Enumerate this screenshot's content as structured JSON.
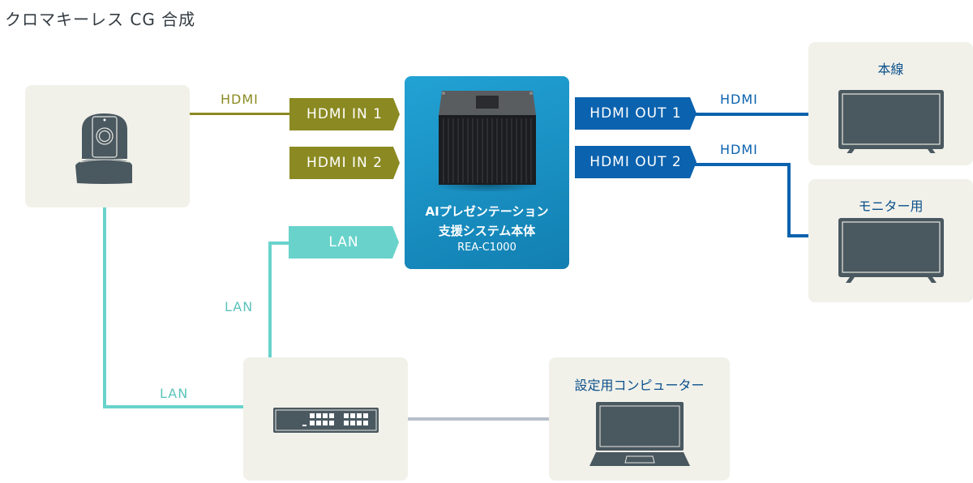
{
  "title": "クロマキーレス CG 合成",
  "colors": {
    "hdmi_in": "#8b8a22",
    "lan": "#69d3cb",
    "hdmi_out": "#0b62ae",
    "pc_link": "#b8bfcb",
    "device_box": "#f1f1ea",
    "main_unit": "#1a93c7",
    "icon": "#4a5860"
  },
  "camera": {
    "icon": "ptz-camera-icon"
  },
  "main_unit": {
    "line1": "AIプレゼンテーション",
    "line2": "支援システム本体",
    "model": "REA-C1000",
    "image": "sony-device-image"
  },
  "ports": {
    "hdmi_in_1": "HDMI IN 1",
    "hdmi_in_2": "HDMI IN 2",
    "lan": "LAN",
    "hdmi_out_1": "HDMI OUT 1",
    "hdmi_out_2": "HDMI OUT 2"
  },
  "cable_labels": {
    "camera_hdmi": "HDMI",
    "out1_hdmi": "HDMI",
    "out2_hdmi": "HDMI",
    "switch_to_unit_lan": "LAN",
    "camera_to_switch_lan": "LAN"
  },
  "displays": {
    "main_line": "本線",
    "monitor": "モニター用"
  },
  "switch": {
    "icon": "network-switch-icon"
  },
  "pc": {
    "label": "設定用コンピューター",
    "icon": "laptop-icon"
  }
}
